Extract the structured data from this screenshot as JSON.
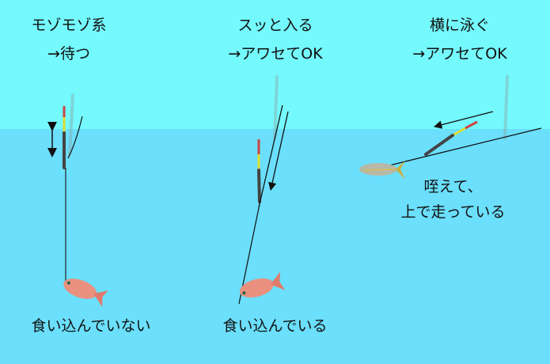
{
  "colors": {
    "sky": "#74f9fd",
    "water": "#6bdffb",
    "line": "#111111",
    "text": "#111111"
  },
  "panels": [
    {
      "title_line1": "モゾモゾ系",
      "title_line2": "→待つ",
      "caption": "食い込んでいない"
    },
    {
      "title_line1": "スッと入る",
      "title_line2": "→アワセてOK",
      "caption": "食い込んでいる"
    },
    {
      "title_line1": "横に泳ぐ",
      "title_line2": "→アワセてOK",
      "caption_line1": "咥えて、",
      "caption_line2": "上で走っている"
    }
  ]
}
